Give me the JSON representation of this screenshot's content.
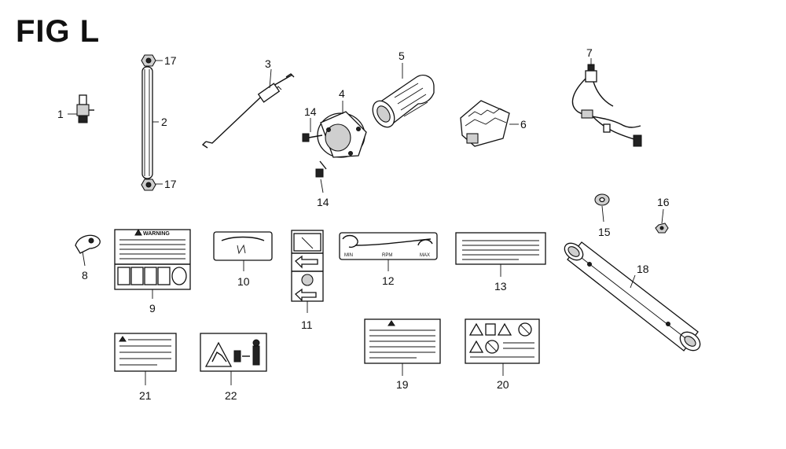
{
  "figure": {
    "title": "FIG L"
  },
  "callouts": [
    {
      "id": "1",
      "text": "1"
    },
    {
      "id": "2",
      "text": "2"
    },
    {
      "id": "3",
      "text": "3"
    },
    {
      "id": "4",
      "text": "4"
    },
    {
      "id": "5",
      "text": "5"
    },
    {
      "id": "6",
      "text": "6"
    },
    {
      "id": "7",
      "text": "7"
    },
    {
      "id": "8",
      "text": "8"
    },
    {
      "id": "9",
      "text": "9"
    },
    {
      "id": "10",
      "text": "10"
    },
    {
      "id": "11",
      "text": "11"
    },
    {
      "id": "12",
      "text": "12"
    },
    {
      "id": "13",
      "text": "13"
    },
    {
      "id": "14a",
      "text": "14"
    },
    {
      "id": "14b",
      "text": "14"
    },
    {
      "id": "15",
      "text": "15"
    },
    {
      "id": "16",
      "text": "16"
    },
    {
      "id": "17a",
      "text": "17"
    },
    {
      "id": "17b",
      "text": "17"
    },
    {
      "id": "18",
      "text": "18"
    },
    {
      "id": "19",
      "text": "19"
    },
    {
      "id": "20",
      "text": "20"
    },
    {
      "id": "21",
      "text": "21"
    },
    {
      "id": "22",
      "text": "22"
    }
  ],
  "labels": {
    "label9_header": "WARNING",
    "label12_left": "MIN",
    "label12_mid": "RPM",
    "label12_right": "MAX"
  }
}
